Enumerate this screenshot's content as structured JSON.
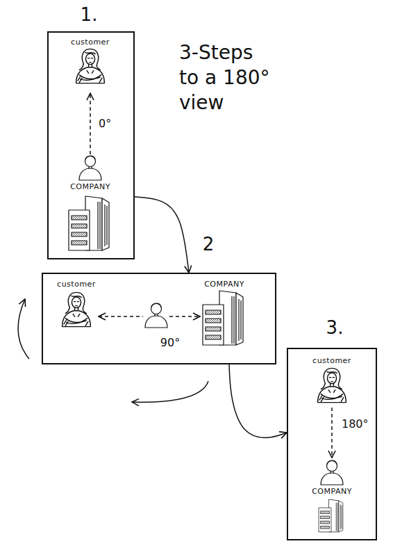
{
  "diagram": {
    "title": "3-Steps to a 180° view",
    "nodes": [
      {
        "text": [
          "1."
        ]
      },
      {
        "text": [
          "customer"
        ],
        "in": 0
      },
      {
        "text": [
          "COMPANY"
        ],
        "in": 0
      },
      {
        "text": [
          "2"
        ]
      },
      {
        "text": [
          "customer"
        ],
        "in": 3
      },
      {
        "text": [
          "COMPANY"
        ],
        "in": 3
      },
      {
        "text": [
          "3."
        ]
      },
      {
        "text": [
          "customer"
        ],
        "in": 6
      },
      {
        "text": [
          "COMPANY"
        ],
        "in": 6
      }
    ],
    "edges": [
      {
        "from": 2,
        "to": 1,
        "arrow": "to",
        "label": "0°"
      },
      {
        "from": 4,
        "to": 5,
        "arrow": "both",
        "label": "90°"
      },
      {
        "from": 7,
        "to": 8,
        "arrow": "to",
        "label": "180°"
      },
      {
        "from": 0,
        "to": 3,
        "arrow": "to"
      },
      {
        "from": 3,
        "to": 6,
        "arrow": "to"
      }
    ]
  }
}
